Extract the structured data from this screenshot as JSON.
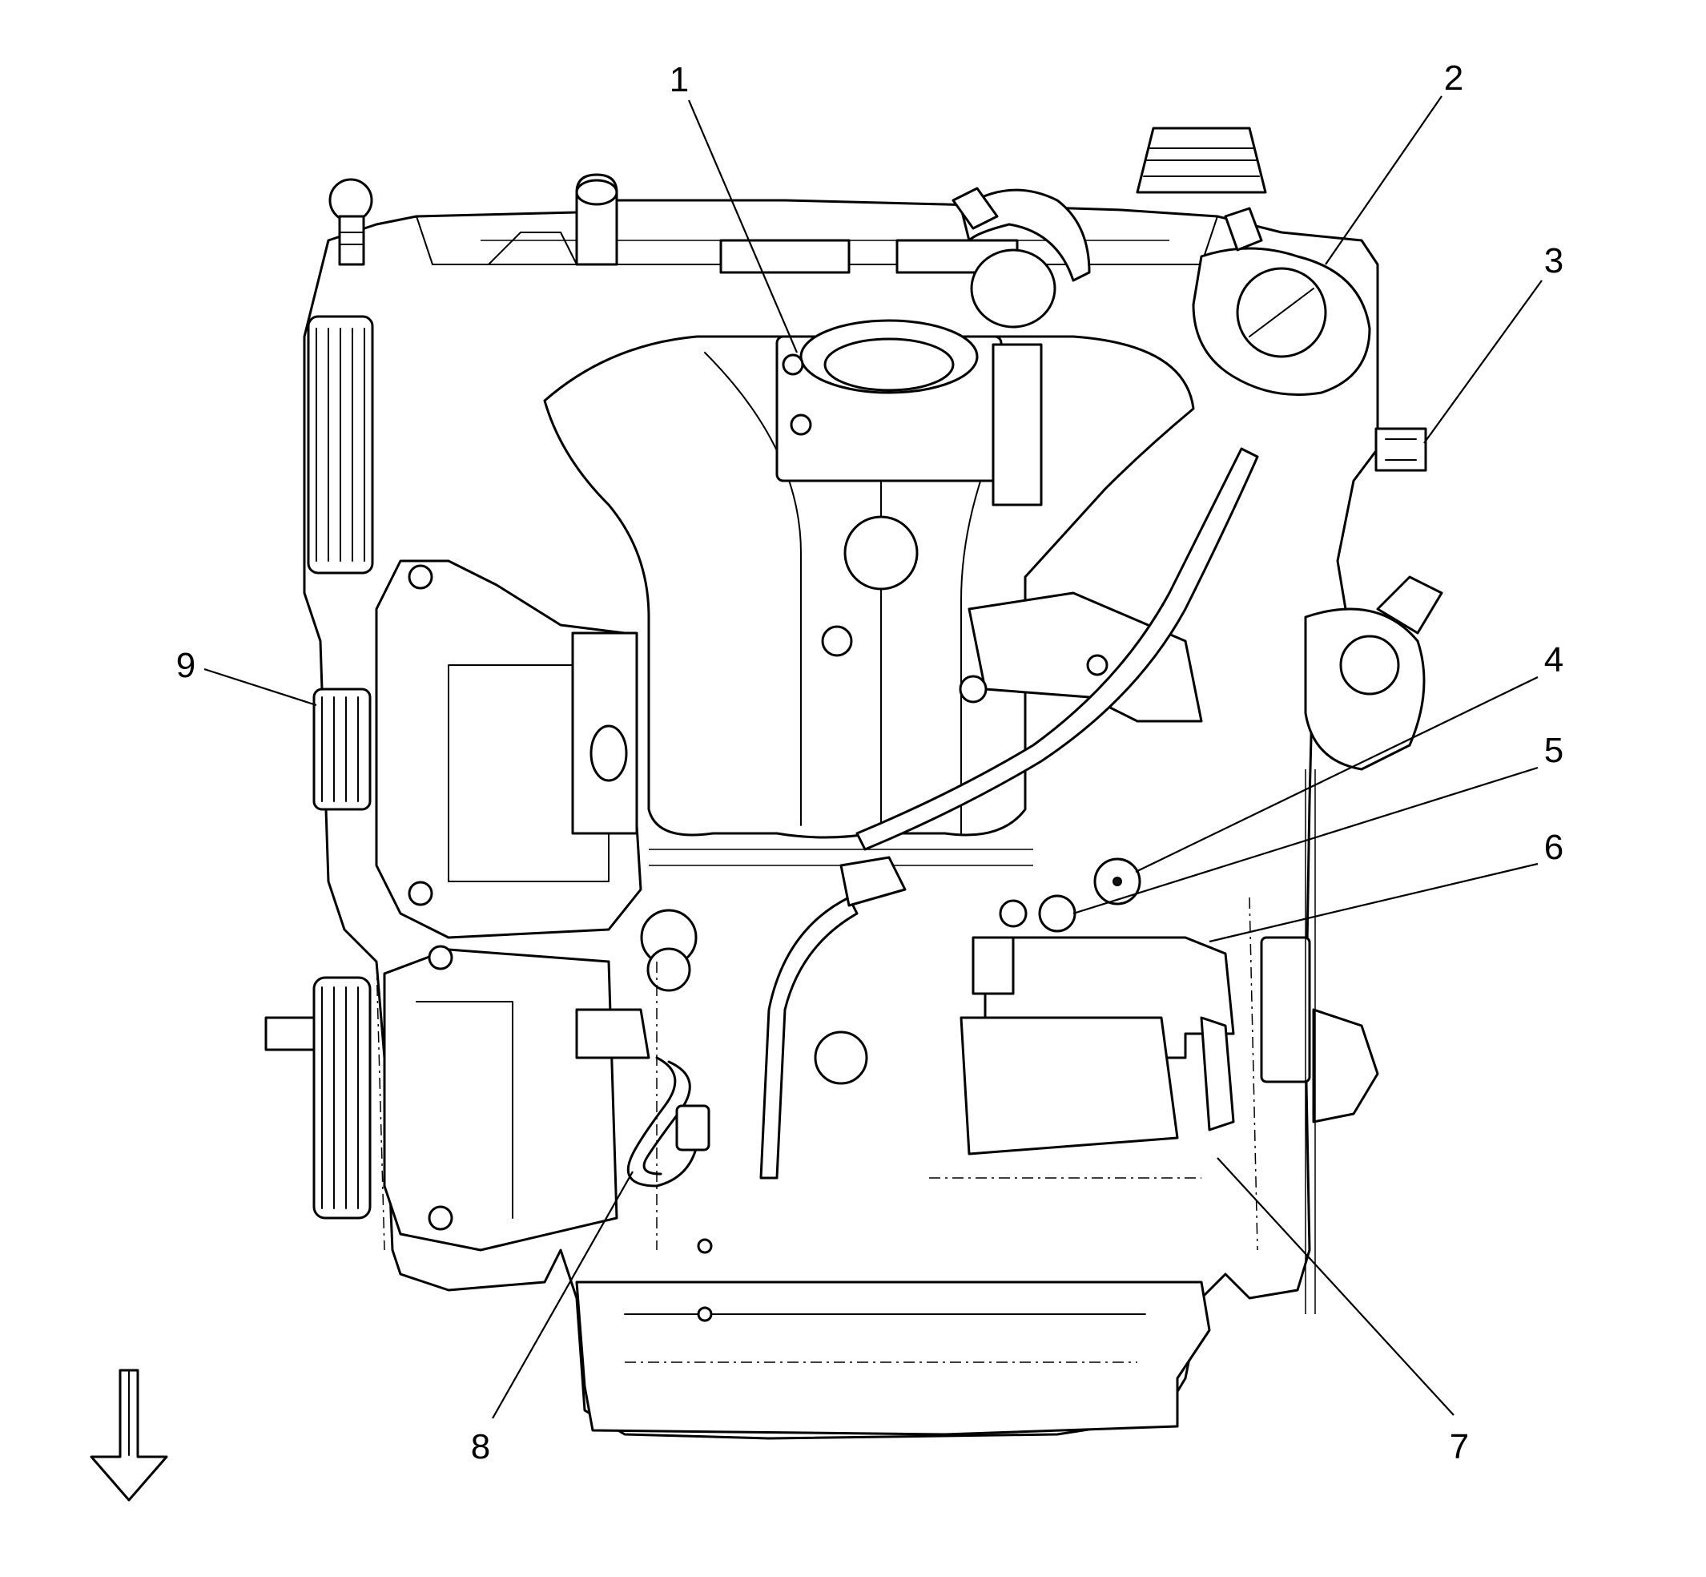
{
  "callouts": [
    {
      "id": "1",
      "text": "1"
    },
    {
      "id": "2",
      "text": "2"
    },
    {
      "id": "3",
      "text": "3"
    },
    {
      "id": "4",
      "text": "4"
    },
    {
      "id": "5",
      "text": "5"
    },
    {
      "id": "6",
      "text": "6"
    },
    {
      "id": "7",
      "text": "7"
    },
    {
      "id": "8",
      "text": "8"
    },
    {
      "id": "9",
      "text": "9"
    }
  ],
  "orientation_arrow": {
    "direction": "down"
  },
  "colors": {
    "line": "#000000",
    "background": "#ffffff"
  }
}
